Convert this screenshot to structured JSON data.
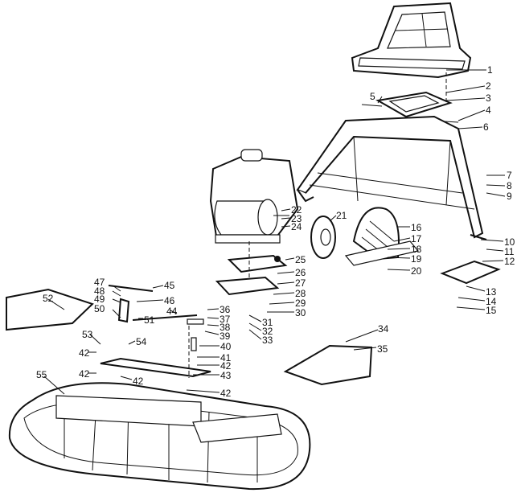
{
  "diagram": {
    "type": "exploded-parts-diagram",
    "callouts": [
      "1",
      "2",
      "3",
      "4",
      "5",
      "6",
      "7",
      "8",
      "9",
      "10",
      "11",
      "12",
      "13",
      "14",
      "15",
      "16",
      "17",
      "18",
      "19",
      "20",
      "21",
      "22",
      "23",
      "24",
      "25",
      "26",
      "27",
      "28",
      "29",
      "30",
      "31",
      "32",
      "33",
      "34",
      "35",
      "36",
      "37",
      "38",
      "39",
      "40",
      "41",
      "42",
      "43",
      "44",
      "45",
      "46",
      "47",
      "48",
      "49",
      "50",
      "51",
      "52",
      "53",
      "54",
      "55"
    ],
    "repeated_42": [
      "42",
      "42",
      "42",
      "42",
      "42"
    ]
  }
}
